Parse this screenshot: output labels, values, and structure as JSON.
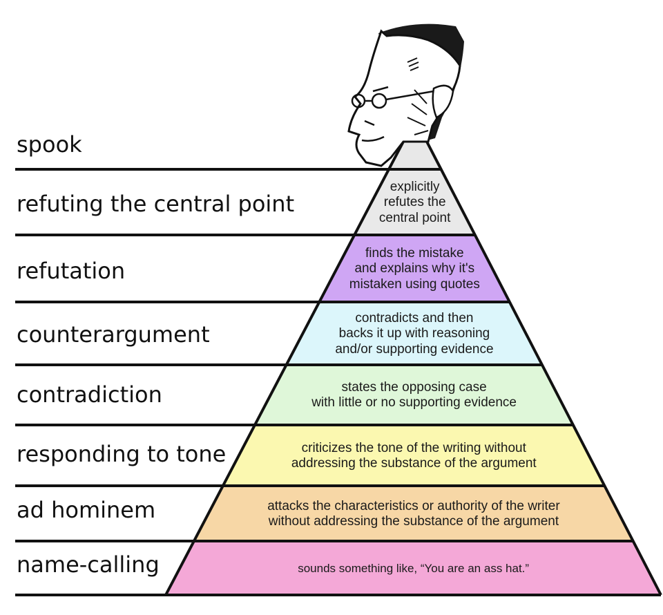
{
  "title": "Hierarchy of Disagreement",
  "levels": [
    {
      "name": "spook",
      "description": "",
      "color": "#e8e8e8"
    },
    {
      "name": "refuting the central point",
      "description": "explicitly\nrefutes the\ncentral point",
      "color": "#e9e9e9"
    },
    {
      "name": "refutation",
      "description": "finds the mistake\nand explains why it's\nmistaken using quotes",
      "color": "#cfa6f4"
    },
    {
      "name": "counterargument",
      "description": "contradicts and then\nbacks it up with reasoning\nand/or supporting evidence",
      "color": "#dcf6fb"
    },
    {
      "name": "contradiction",
      "description": "states the opposing case\nwith little or no supporting evidence",
      "color": "#dff7d9"
    },
    {
      "name": "responding to tone",
      "description": "criticizes the tone of the writing without\naddressing the substance of the argument",
      "color": "#fbf8b0"
    },
    {
      "name": "ad hominem",
      "description": "attacks the characteristics or authority of the writer\nwithout addressing the substance of the argument",
      "color": "#f7d7a6"
    },
    {
      "name": "name-calling",
      "description": "sounds something like, “You are an ass hat.”",
      "color": "#f4a8d7"
    }
  ],
  "top_figure": "caricature-portrait"
}
